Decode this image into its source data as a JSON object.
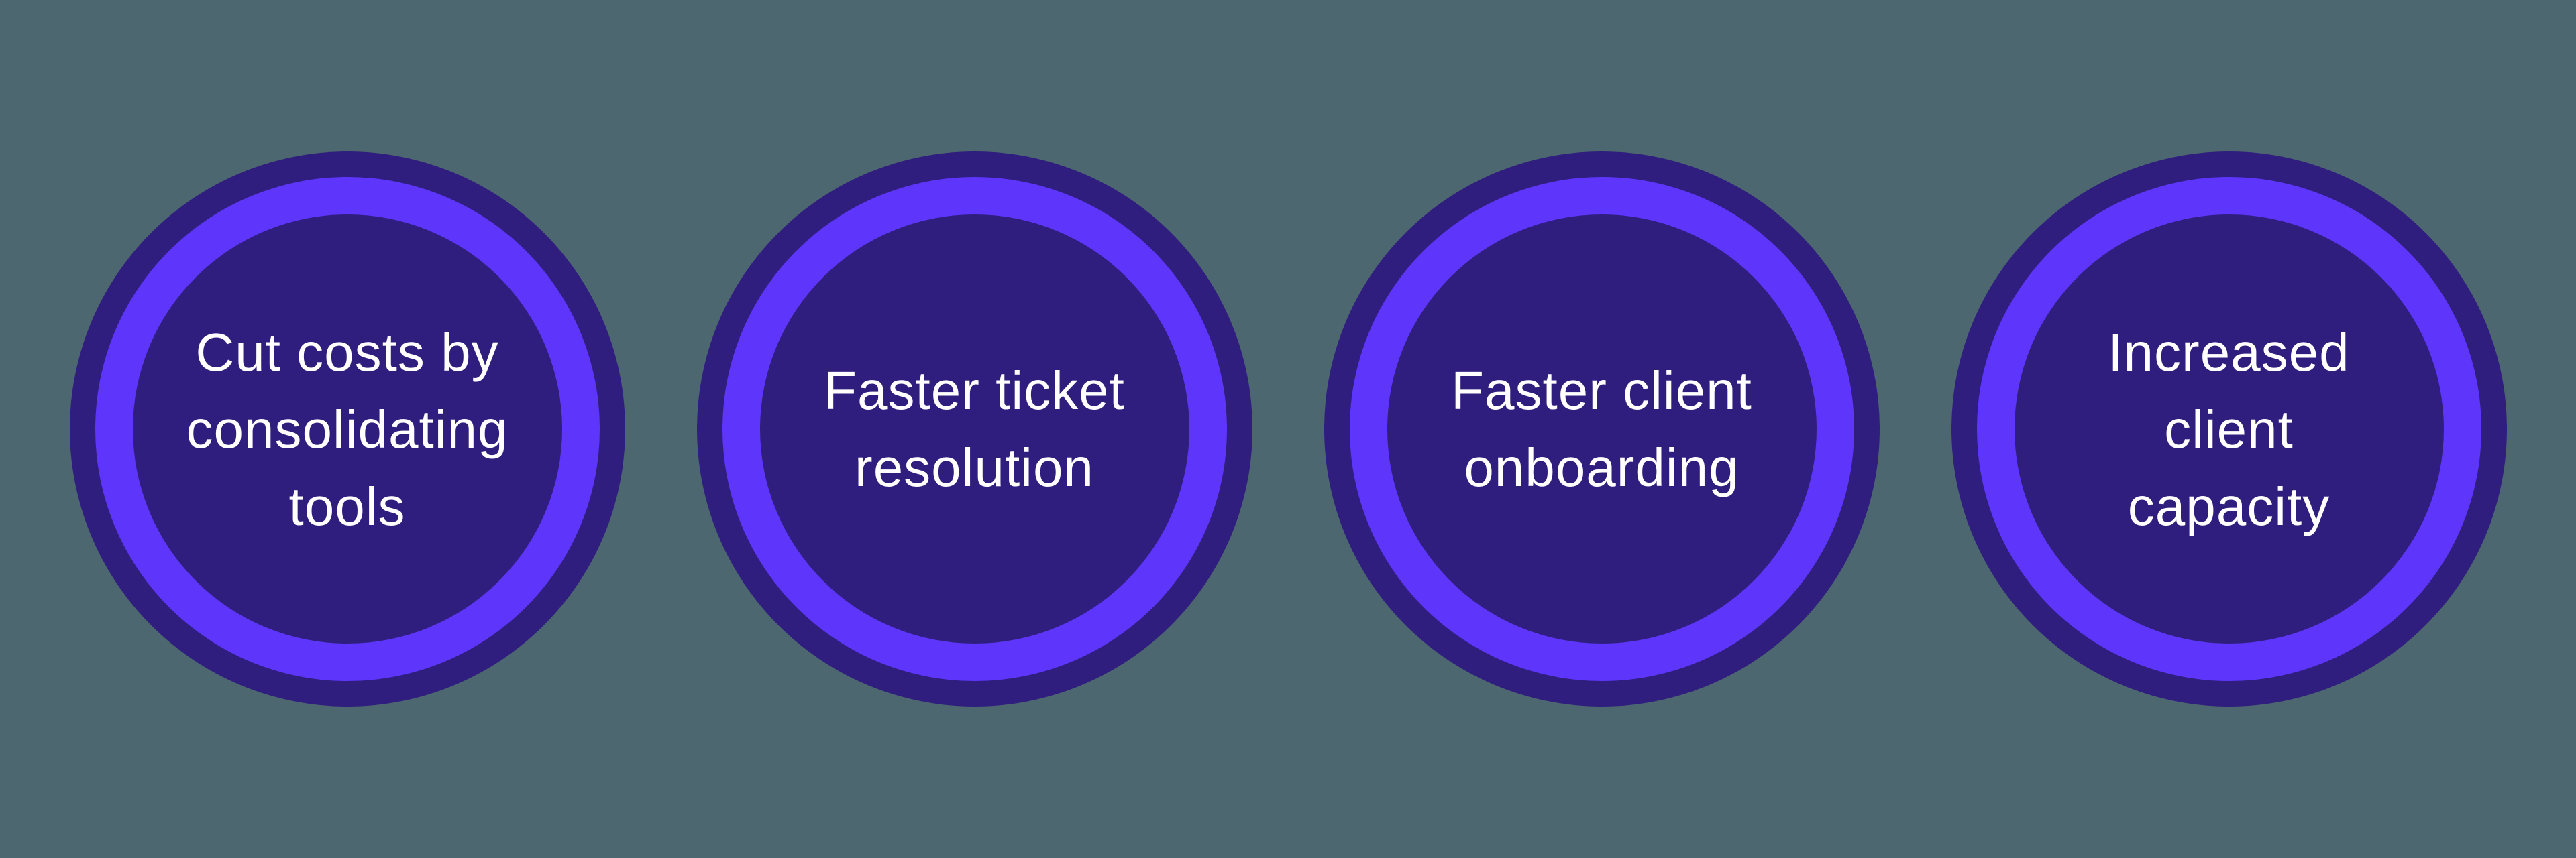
{
  "canvas": {
    "background": "#4C6770"
  },
  "palette": {
    "ring_dark": "#301E7E",
    "ring_bright": "#5E36FB",
    "inner_fill": "#301E7E",
    "label_text": "#FFFFFF"
  },
  "benefits": [
    {
      "label": "Cut costs by consolidating tools",
      "lines": [
        "Cut costs by",
        "consolidating",
        "tools"
      ]
    },
    {
      "label": "Faster ticket resolution",
      "lines": [
        "Faster ticket",
        "resolution"
      ]
    },
    {
      "label": "Faster client onboarding",
      "lines": [
        "Faster client",
        "onboarding"
      ]
    },
    {
      "label": "Increased client capacity",
      "lines": [
        "Increased",
        "client",
        "capacity"
      ]
    }
  ]
}
